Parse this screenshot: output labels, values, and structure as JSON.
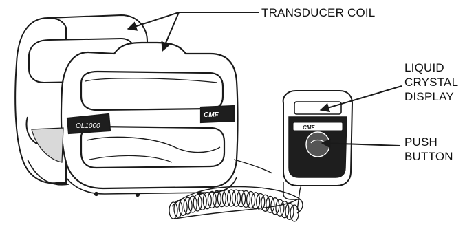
{
  "labels": {
    "transducer_coil": "TRANSDUCER COIL",
    "lcd_line1": "LIQUID",
    "lcd_line2": "CRYSTAL",
    "lcd_line3": "DISPLAY",
    "push_line1": "PUSH",
    "push_line2": "BUTTON"
  },
  "device_markings": {
    "model": "OL1000",
    "brand_coil": "CMF",
    "brand_handset": "CMF"
  },
  "colors": {
    "line": "#1a1a1a",
    "fill": "#ffffff",
    "dark_panel": "#1e1e1e",
    "shade": "#d9d9d9"
  }
}
